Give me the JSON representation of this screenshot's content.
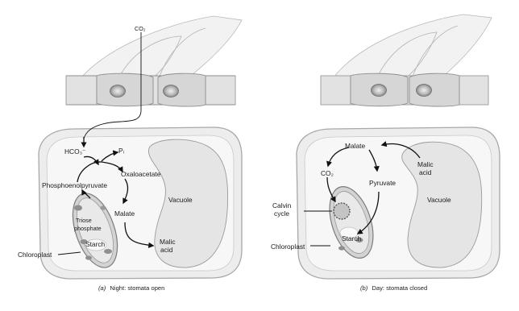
{
  "panel_a": {
    "caption_letter": "(a)",
    "caption_text": "Night: stomata open",
    "labels": {
      "co2_top": "CO₂",
      "hco3": "HCO₃⁻",
      "pi": "Pᵢ",
      "pep": "Phosphoenolpyruvate",
      "oxaloacetate": "Oxaloacetate",
      "vacuole": "Vacuole",
      "triose": "Triose",
      "phosphate": "phosphate",
      "malate": "Malate",
      "starch": "Starch",
      "malic_1": "Malic",
      "malic_2": "acid",
      "chloroplast": "Chloroplast"
    }
  },
  "panel_b": {
    "caption_letter": "(b)",
    "caption_text": "Day: stomata closed",
    "labels": {
      "malate": "Malate",
      "malic_1": "Malic",
      "malic_2": "acid",
      "co2": "CO₂",
      "pyruvate": "Pyruvate",
      "calvin_1": "Calvin",
      "calvin_2": "cycle",
      "vacuole": "Vacuole",
      "chloroplast": "Chloroplast",
      "starch": "Starch"
    }
  }
}
